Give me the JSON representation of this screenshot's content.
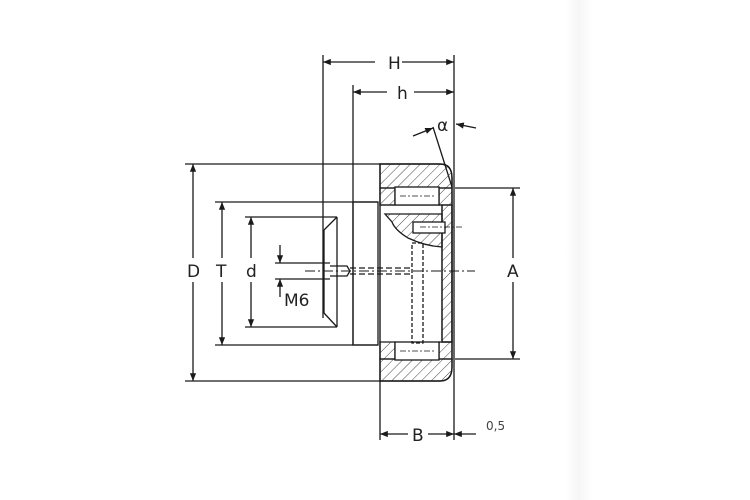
{
  "drawing": {
    "labels": {
      "H": "H",
      "h": "h",
      "alpha": "α",
      "D": "D",
      "T": "T",
      "d": "d",
      "thread": "M6",
      "A": "A",
      "B": "B",
      "offset": "0,5"
    },
    "line_color": "#1a1a1a"
  }
}
